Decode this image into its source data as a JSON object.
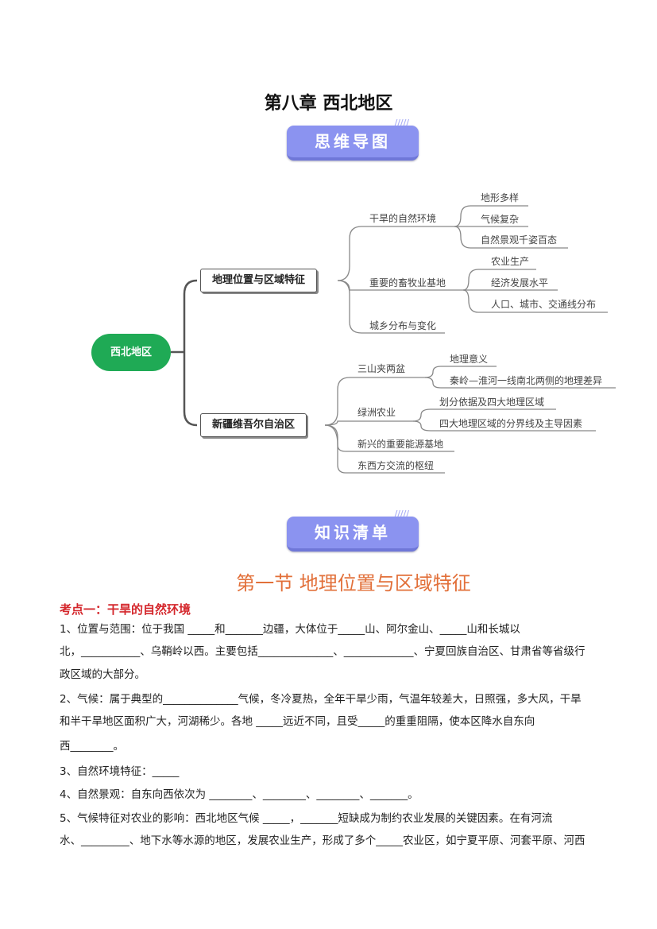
{
  "title": "第八章  西北地区",
  "banners": {
    "mindmap": "思维导图",
    "knowledge": "知识清单",
    "deco": "/////"
  },
  "mindmap": {
    "root": "西北地区",
    "branch1": {
      "label": "地理位置与区域特征",
      "children": [
        {
          "label": "干旱的自然环境",
          "children": [
            "地形多样",
            "气候复杂",
            "自然景观千姿百态"
          ]
        },
        {
          "label": "重要的畜牧业基地",
          "children": [
            "农业生产",
            "经济发展水平",
            "人口、城市、交通线分布"
          ]
        },
        {
          "label": "城乡分布与变化"
        }
      ]
    },
    "branch2": {
      "label": "新疆维吾尔自治区",
      "children": [
        {
          "label": "三山夹两盆",
          "children": [
            "地理意义",
            "秦岭—淮河一线南北两侧的地理差异"
          ]
        },
        {
          "label": "绿洲农业",
          "children": [
            "划分依据及四大地理区域",
            "四大地理区域的分界线及主导因素"
          ]
        },
        {
          "label": "新兴的重要能源基地"
        },
        {
          "label": "东西方交流的枢纽"
        }
      ]
    }
  },
  "section_title": "第一节  地理位置与区域特征",
  "kaodian": "考点一：干旱的自然环境",
  "lines": [
    "1、位置与范围：位于我国 _____和_______边疆，大体位于_____山、阿尔金山、_____山和长城以",
    "北，___________、乌鞘岭以西。主要包括______________、_____________、宁夏回族自治区、甘肃省等省级行",
    "政区域的大部分。",
    "2、气候：属于典型的______________气候，冬冷夏热，全年干旱少雨，气温年较差大，日照强，多大风，干旱",
    "和半干旱地区面积广大，河湖稀少。各地 _____远近不同，且受_____的重重阻隔，使本区降水自东向",
    "西________。",
    "3、自然环境特征：_____",
    "4、自然景观：自东向西依次为 ________、________、________、_______。",
    "5、气候特征对农业的影响：西北地区气候 _____，_______短缺成为制约农业发展的关键因素。在有河流",
    "水、_________、地下水等水源的地区，发展农业生产，形成了多个_____农业区，如宁夏平原、河套平原、河西"
  ],
  "colors": {
    "banner": "#8b93f0",
    "root": "#1faa55",
    "section": "#e2703a",
    "kaodian": "#d4262b"
  }
}
